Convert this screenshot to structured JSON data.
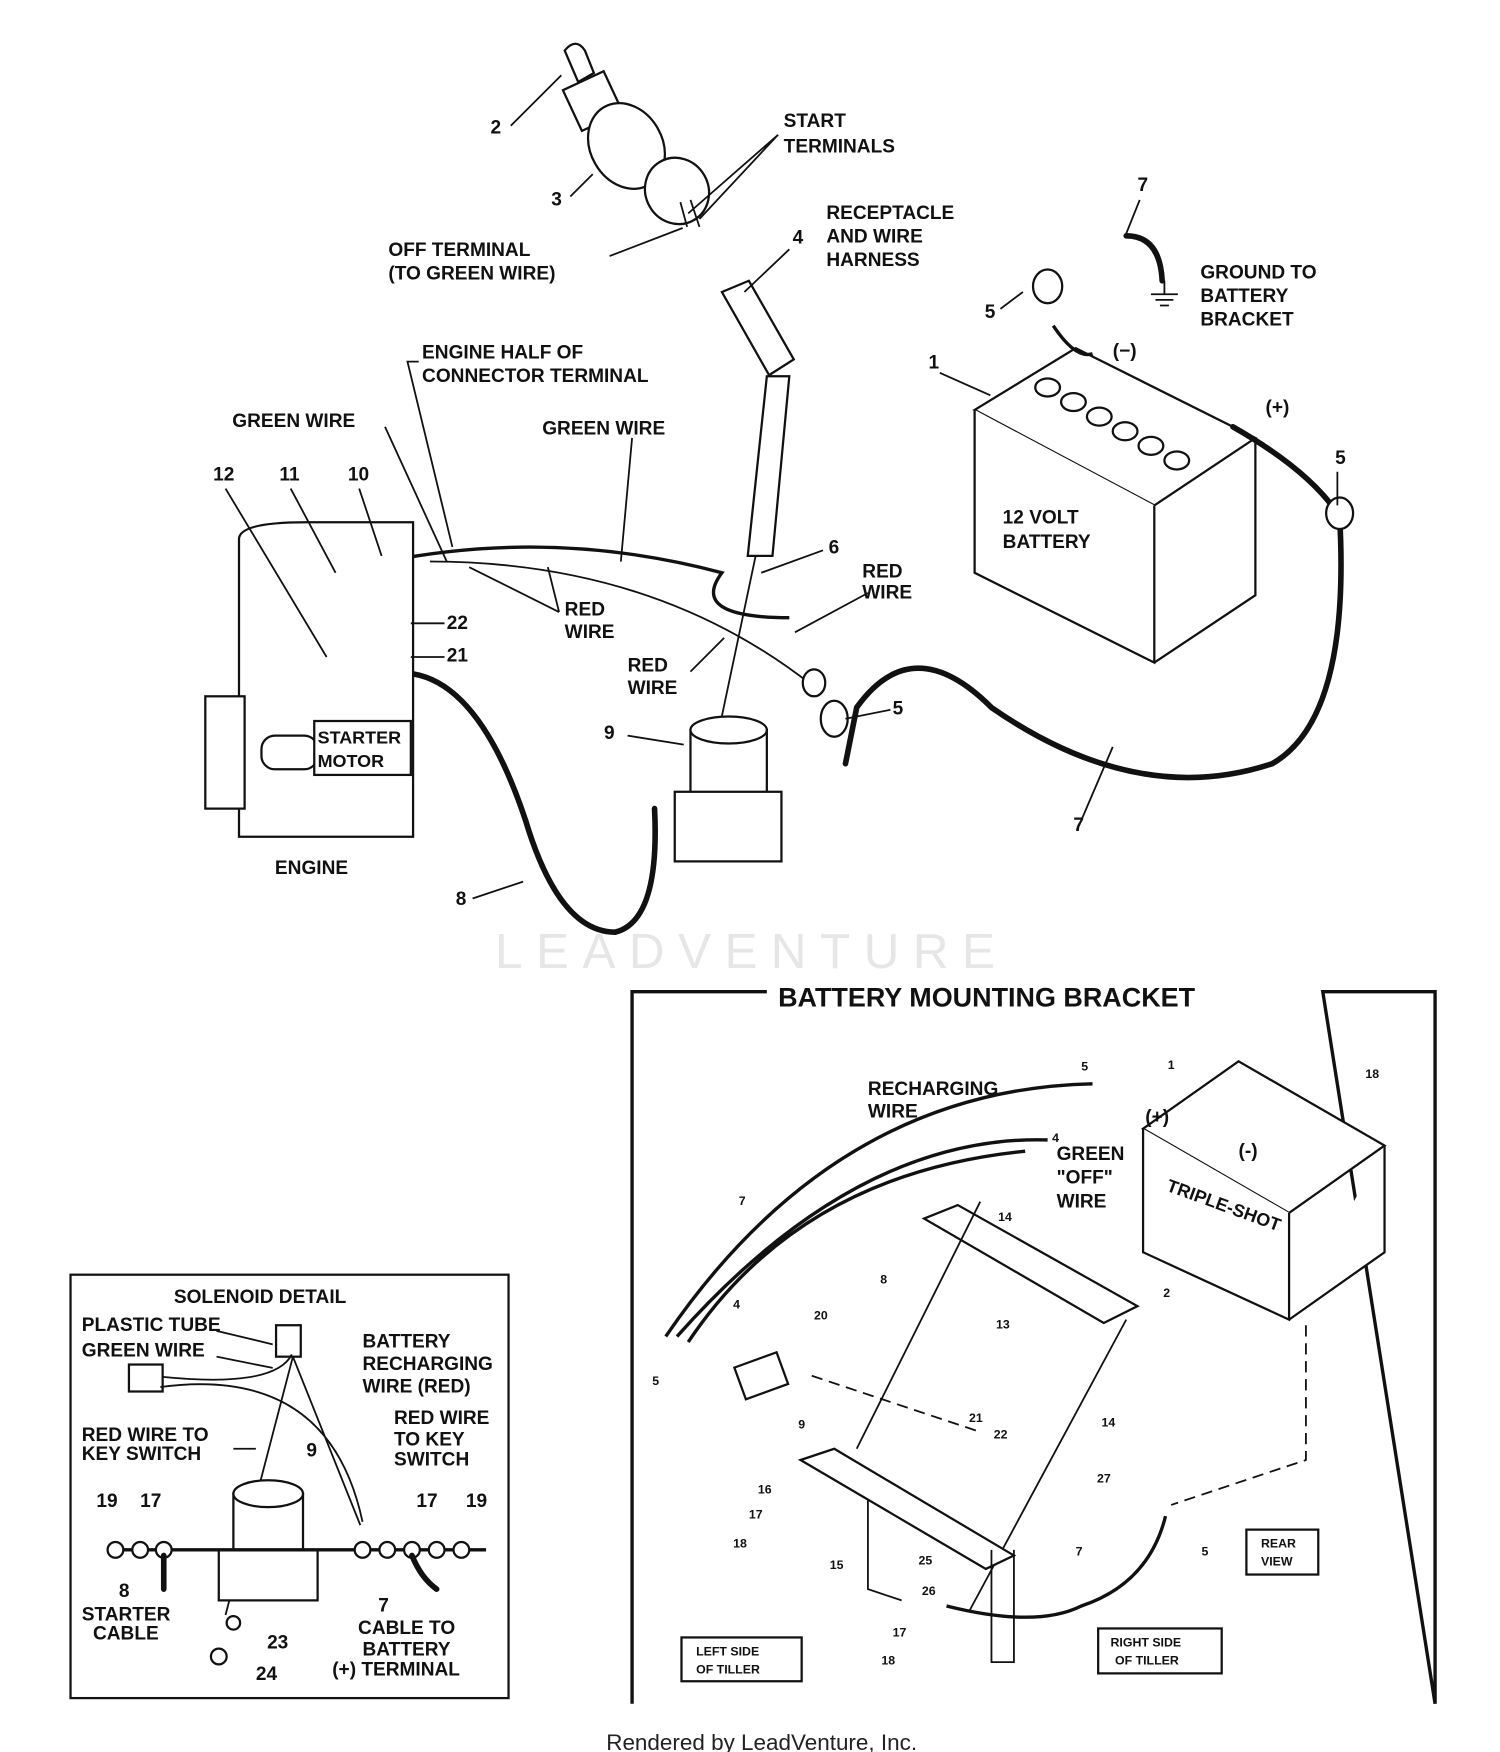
{
  "top": {
    "key_num": "2",
    "switch_num": "3",
    "start_terminals": [
      "START",
      "TERMINALS"
    ],
    "off_terminal": [
      "OFF  TERMINAL",
      "(TO  GREEN  WIRE)"
    ],
    "harness_num": "4",
    "receptacle": [
      "RECEPTACLE",
      "AND  WIRE",
      "HARNESS"
    ],
    "ground_cable_num": "7",
    "ground": [
      "GROUND  TO",
      "BATTERY",
      "BRACKET"
    ],
    "boot_neg_num": "5",
    "neg_terminal": "(−)",
    "battery_num": "1",
    "pos_terminal": "(+)",
    "boot_pos_num": "5",
    "battery_label": [
      "12  VOLT",
      "BATTERY"
    ],
    "engine_half": [
      "ENGINE  HALF  OF",
      "CONNECTOR  TERMINAL"
    ],
    "green_wire_left": "GREEN  WIRE",
    "green_wire_mid": "GREEN  WIRE",
    "num_12": "12",
    "num_11": "11",
    "num_10": "10",
    "tie_num": "6",
    "red_wire_right": [
      "RED",
      "WIRE"
    ],
    "red_wire_mid": [
      "RED",
      "WIRE"
    ],
    "num_22": "22",
    "num_21": "21",
    "red_wire_low": [
      "RED",
      "WIRE"
    ],
    "boot_sol_num": "5",
    "solenoid_num": "9",
    "starter_motor": [
      "STARTER",
      "MOTOR"
    ],
    "engine": "ENGINE",
    "starter_cable_num": "8",
    "battery_cable_num": "7"
  },
  "bracket": {
    "title": "BATTERY MOUNTING BRACKET",
    "recharging_wire": [
      "RECHARGING",
      "WIRE"
    ],
    "nums": [
      "5",
      "1",
      "18",
      "4",
      "7",
      "14",
      "2",
      "13",
      "4",
      "8",
      "20",
      "5",
      "9",
      "21",
      "22",
      "14",
      "27",
      "16",
      "17",
      "18",
      "5",
      "7",
      "25",
      "26",
      "15",
      "17",
      "18"
    ],
    "pos": "(+)",
    "neg": "(-)",
    "green_off": [
      "GREEN",
      "\"OFF\"",
      "WIRE"
    ],
    "battery_brand": "TRIPLE-SHOT",
    "rear_view": [
      "REAR",
      "VIEW"
    ],
    "left_side": [
      "LEFT  SIDE",
      "OF  TILLER"
    ],
    "right_side": [
      "RIGHT  SIDE",
      "OF  TILLER"
    ]
  },
  "solenoid": {
    "title": "SOLENOID  DETAIL",
    "plastic_tube": "PLASTIC  TUBE",
    "green_wire": "GREEN  WIRE",
    "battery_recharging": [
      "BATTERY",
      "RECHARGING",
      "WIRE  (RED)"
    ],
    "red_to_key_left": [
      "RED  WIRE  TO",
      "KEY  SWITCH"
    ],
    "red_to_key_right": [
      "RED  WIRE",
      "TO  KEY",
      "SWITCH"
    ],
    "num_9": "9",
    "num_19a": "19",
    "num_17a": "17",
    "num_17b": "17",
    "num_19b": "19",
    "num_8": "8",
    "starter_cable": [
      "STARTER",
      "CABLE"
    ],
    "num_7": "7",
    "cable_to_battery": [
      "CABLE  TO",
      "BATTERY",
      "(+)  TERMINAL"
    ],
    "num_23": "23",
    "num_24": "24"
  },
  "watermark": "LEADVENTURE",
  "footer": "Rendered by LeadVenture, Inc."
}
